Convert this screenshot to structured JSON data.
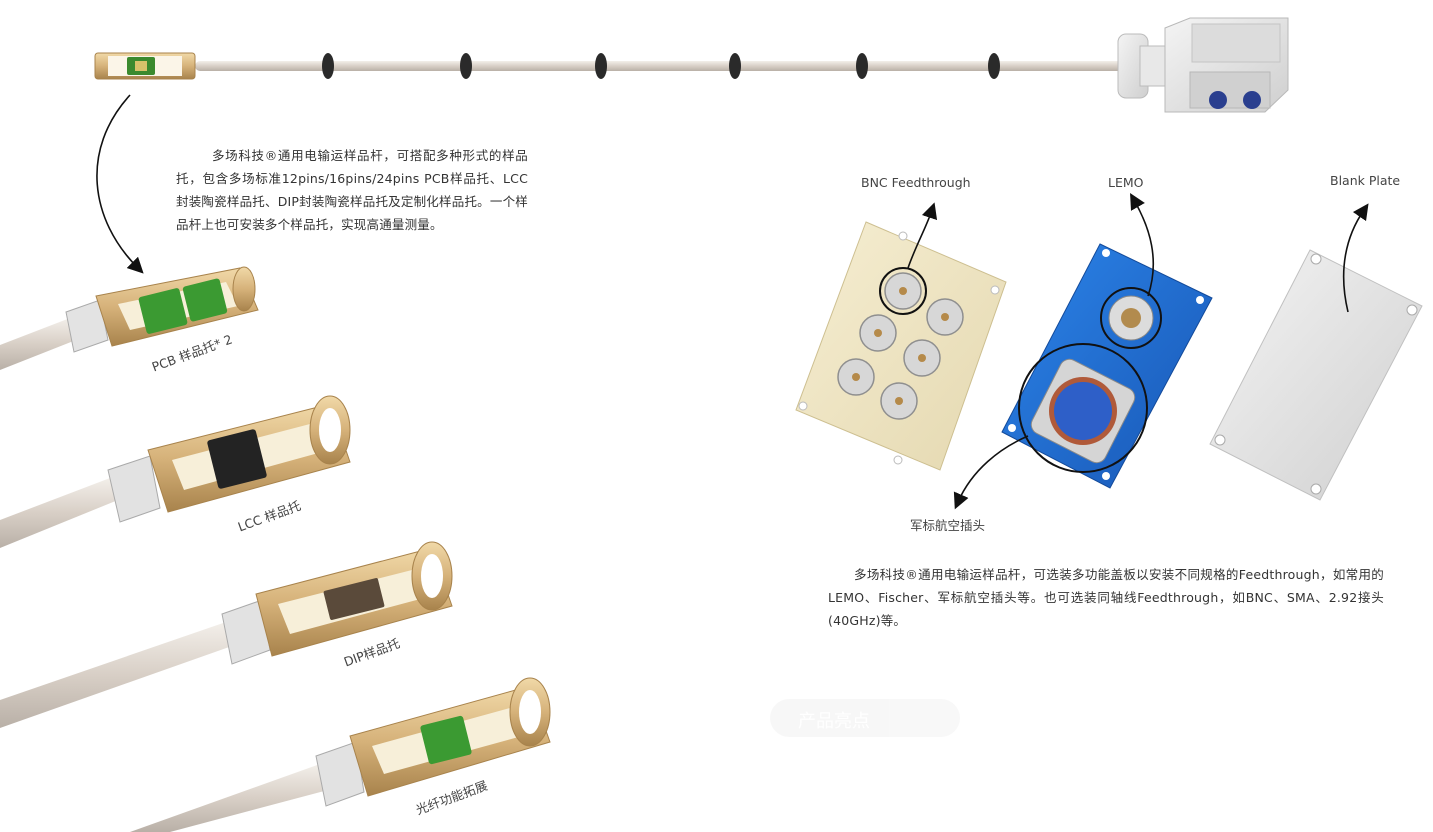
{
  "intro_text": "多场科技®通用电输运样品杆，可搭配多种形式的样品托，包含多场标准12pins/16pins/24pins PCB样品托、LCC封装陶瓷样品托、DIP封装陶瓷样品托及定制化样品托。一个样品杆上也可安装多个样品托，实现高通量测量。",
  "holders": {
    "pcb": "PCB 样品托* 2",
    "lcc": "LCC 样品托",
    "dip": "DIP样品托",
    "fiber": "光纤功能拓展"
  },
  "connectors": {
    "bnc": "BNC Feedthrough",
    "lemo": "LEMO",
    "blank": "Blank Plate",
    "military": "军标航空插头"
  },
  "feedthrough_text": "多场科技®通用电输运样品杆，可选装多功能盖板以安装不同规格的Feedthrough，如常用的LEMO、Fischer、军标航空插头等。也可选装同轴线Feedthrough，如BNC、SMA、2.92接头(40GHz)等。",
  "faded_heading": "产品亮点",
  "colors": {
    "gold": "#d6b27a",
    "rod": "#dcd4cc",
    "blue_plate": "#1f6fd1",
    "cream_plate": "#efe6c6",
    "silver_plate": "#e4e4e4"
  }
}
